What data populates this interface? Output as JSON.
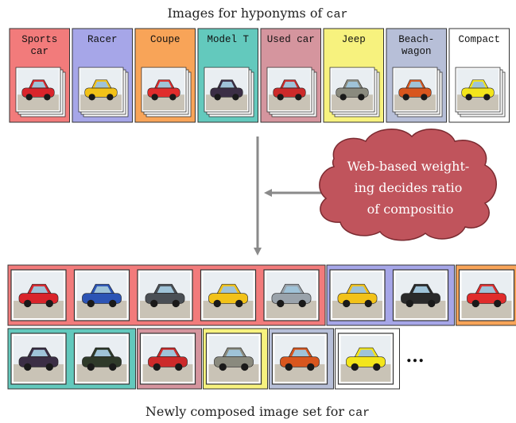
{
  "top_caption": {
    "prefix": "Images for hyponyms of ",
    "word": "car"
  },
  "bottom_caption": {
    "prefix": "Newly composed image set for ",
    "word": "car"
  },
  "cloud_text": [
    "Web-based weight-",
    "ing decides ratio",
    "of compositio"
  ],
  "ellipsis": "...",
  "hyponyms": [
    {
      "label_lines": [
        "Sports",
        "car"
      ],
      "color": "#f27b7b",
      "car_color": "#d9242b"
    },
    {
      "label_lines": [
        "Racer"
      ],
      "color": "#a6a6e8",
      "car_color": "#f2c218"
    },
    {
      "label_lines": [
        "Coupe"
      ],
      "color": "#f8a458",
      "car_color": "#e02c2c"
    },
    {
      "label_lines": [
        "Model T"
      ],
      "color": "#63c9bd",
      "car_color": "#3b2e45"
    },
    {
      "label_lines": [
        "Used car"
      ],
      "color": "#d5959e",
      "car_color": "#cc2a2a"
    },
    {
      "label_lines": [
        "Jeep"
      ],
      "color": "#f7f27e",
      "car_color": "#8a8a7e"
    },
    {
      "label_lines": [
        "Beach-",
        "wagon"
      ],
      "color": "#b7bfd8",
      "car_color": "#d8561e"
    },
    {
      "label_lines": [
        "Compact"
      ],
      "color": "#ffffff",
      "car_color": "#f3e51b"
    }
  ],
  "composed_rows": [
    [
      {
        "category": "Sports car",
        "car_color": "#d9242b"
      },
      {
        "category": "Sports car",
        "car_color": "#2c54b5"
      },
      {
        "category": "Sports car",
        "car_color": "#4a4f55"
      },
      {
        "category": "Sports car",
        "car_color": "#f2c218"
      },
      {
        "category": "Sports car",
        "car_color": "#9aa3ab"
      },
      {
        "category": "Racer",
        "car_color": "#f2c218"
      },
      {
        "category": "Racer",
        "car_color": "#2a2a2a"
      },
      {
        "category": "Coupe",
        "car_color": "#e02c2c"
      }
    ],
    [
      {
        "category": "Model T",
        "car_color": "#3b2e45"
      },
      {
        "category": "Model T",
        "car_color": "#2f3a2a"
      },
      {
        "category": "Used car",
        "car_color": "#cc2a2a"
      },
      {
        "category": "Jeep",
        "car_color": "#8a8a7e"
      },
      {
        "category": "Beach-wagon",
        "car_color": "#d8561e"
      },
      {
        "category": "Compact",
        "car_color": "#f3e51b"
      }
    ]
  ],
  "colors": {
    "arrow": "#8a8a8a",
    "cloud_fill": "#c0545c",
    "cloud_stroke": "#7a2a30",
    "cloud_text": "#ffffff"
  }
}
